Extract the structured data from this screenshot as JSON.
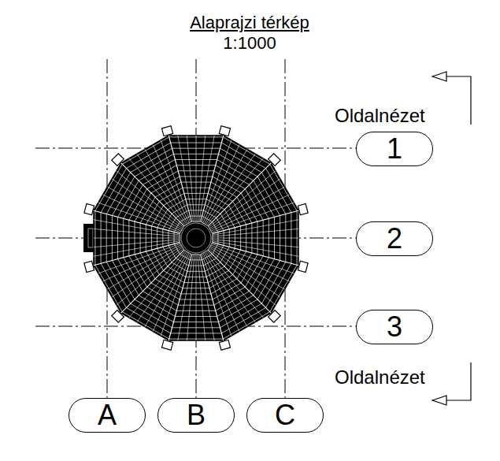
{
  "diagram": {
    "title": "Alaprajzi térkép",
    "nodes": [
      {
        "text": [
          "1"
        ]
      },
      {
        "text": [
          "2"
        ]
      },
      {
        "text": [
          "3"
        ]
      },
      {
        "text": [
          "A"
        ]
      },
      {
        "text": [
          "B"
        ]
      },
      {
        "text": [
          "C"
        ]
      }
    ],
    "labels": [
      "1:1000",
      "Oldalnézet",
      "Oldalnézet"
    ]
  }
}
